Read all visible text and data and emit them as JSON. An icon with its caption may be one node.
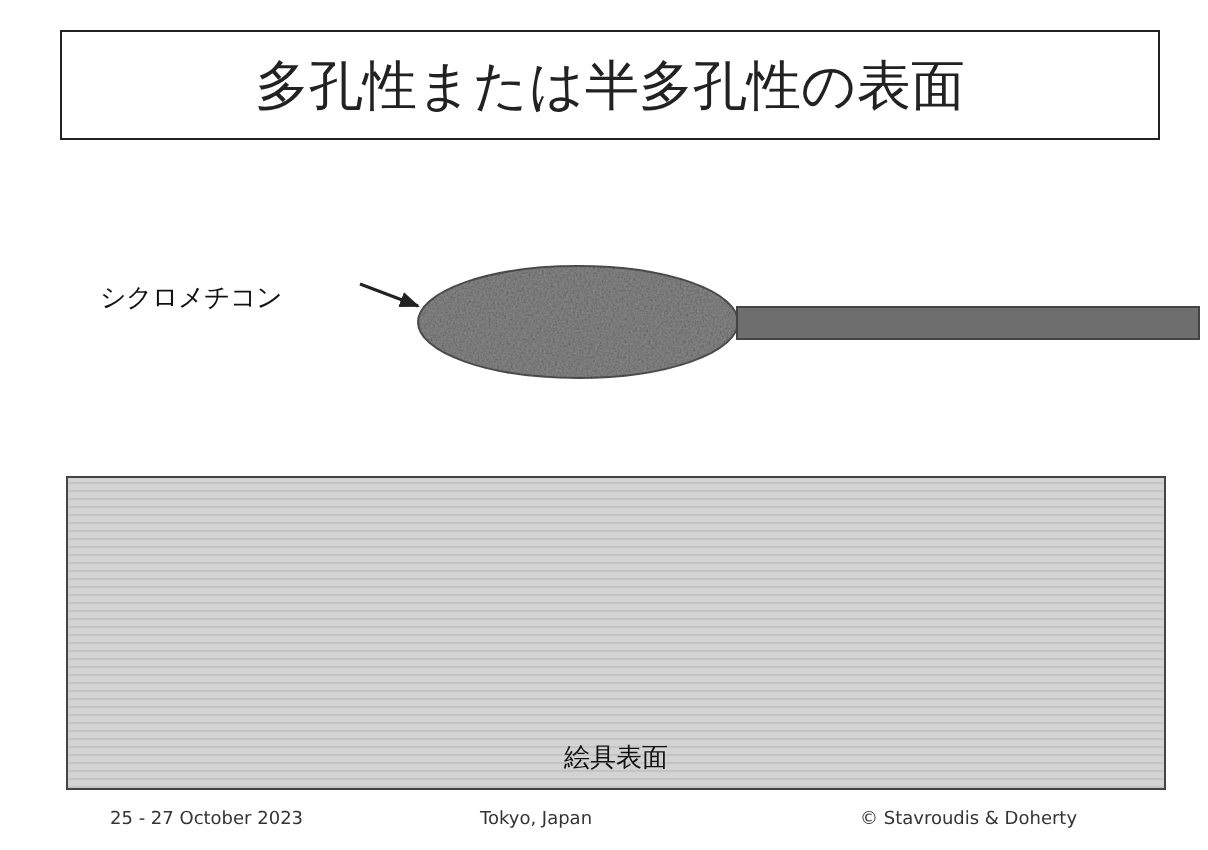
{
  "diagram": {
    "nodes": [
      {
        "text": [
          "多孔性または半多孔性の表面"
        ]
      },
      {
        "text": [
          "シクロメチコン"
        ]
      },
      {
        "text": [],
        "shape": "ellipse"
      },
      {
        "text": [],
        "shape": "bar"
      },
      {
        "text": [
          "絵具表面"
        ]
      }
    ],
    "edges": [
      {
        "from": 1,
        "to": 2,
        "arrow": "to"
      }
    ],
    "labels": [
      "25 - 27 October 2023",
      "Tokyo, Japan",
      "© Stavroudis & Doherty"
    ]
  }
}
